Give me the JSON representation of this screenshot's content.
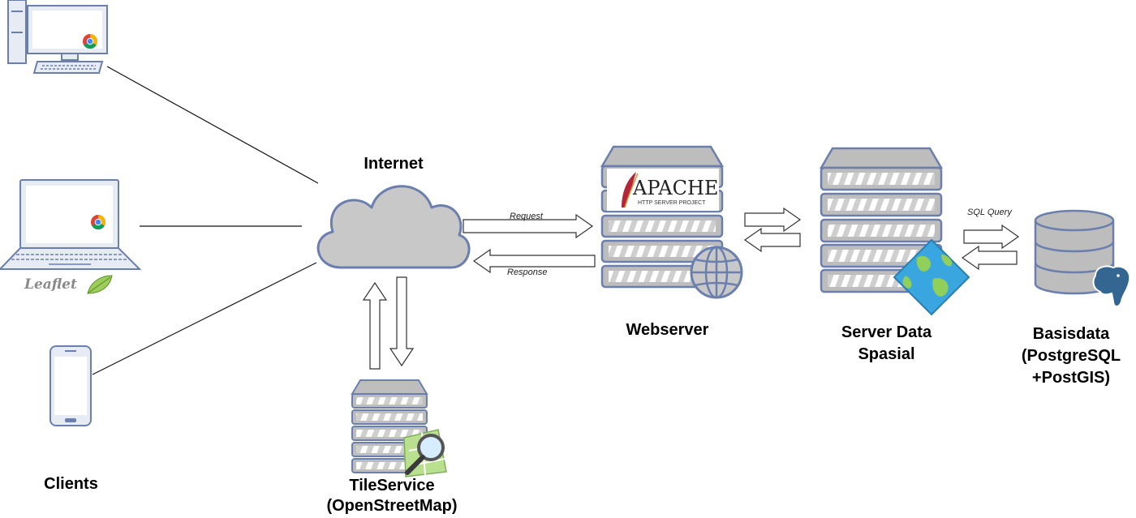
{
  "labels": {
    "internet": "Internet",
    "clients": "Clients",
    "tileservice": "TileService",
    "tileservice_sub": "(OpenStreetMap)",
    "webserver": "Webserver",
    "server_data": "Server Data",
    "server_data_sub": "Spasial",
    "database": "Basisdata",
    "database_sub": "(PostgreSQL",
    "database_sub2": "+PostGIS)"
  },
  "edges": {
    "request": "Request",
    "response": "Response",
    "sql_query": "SQL Query"
  },
  "logos": {
    "apache": "APACHE",
    "apache_sub": "HTTP SERVER PROJECT",
    "leaflet": "Leaflet"
  },
  "icons": {
    "desktop": "desktop-computer-icon",
    "laptop": "laptop-icon",
    "phone": "smartphone-icon",
    "cloud": "cloud-icon",
    "server": "server-rack-icon",
    "database": "database-icon"
  },
  "colors": {
    "device_fill": "#e7ebf3",
    "device_stroke": "#6b7fae",
    "cloud_fill": "#c8c8c8",
    "server_fill": "#bdbdbd",
    "server_stroke": "#7b7b7b",
    "apache_red": "#b2283a",
    "globe_blue": "#3aa6df",
    "globe_green": "#8fcf5a"
  }
}
